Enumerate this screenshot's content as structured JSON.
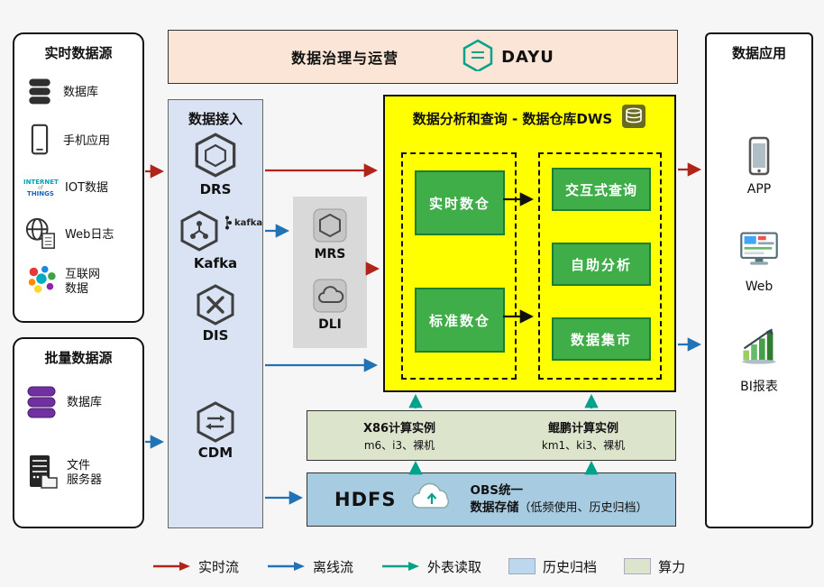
{
  "colors": {
    "realtime_flow": "#b02419",
    "offline_flow": "#2273b5",
    "external_read": "#00a28a",
    "archive_fill": "#bdd7ee",
    "compute_fill": "#dde4cc",
    "dws_bg": "#ffff00",
    "green_box": "#3fae49",
    "governance_bg": "#fbe5d6",
    "access_bg": "#dae3f3",
    "panel_gray": "#d9d9d9",
    "storage_bg": "#a7cce1"
  },
  "governance": {
    "title": "数据治理与运营",
    "logo": "DAYU"
  },
  "realtime_sources": {
    "title": "实时数据源",
    "items": [
      {
        "icon": "database-icon",
        "label": "数据库"
      },
      {
        "icon": "mobile-icon",
        "label": "手机应用"
      },
      {
        "icon": "iot-icon",
        "label": "IOT数据"
      },
      {
        "icon": "weblog-icon",
        "label": "Web日志"
      },
      {
        "icon": "internet-icon",
        "label": "互联网\n数据"
      }
    ]
  },
  "batch_sources": {
    "title": "批量数据源",
    "items": [
      {
        "icon": "database-purple-icon",
        "label": "数据库"
      },
      {
        "icon": "file-server-icon",
        "label": "文件\n服务器"
      }
    ]
  },
  "data_access": {
    "title": "数据接入",
    "services": [
      {
        "name": "DRS"
      },
      {
        "name": "Kafka",
        "logo": "kafka"
      },
      {
        "name": "DIS"
      },
      {
        "name": "CDM"
      }
    ]
  },
  "processing": {
    "services": [
      {
        "name": "MRS"
      },
      {
        "name": "DLI"
      }
    ]
  },
  "dws": {
    "title": "数据分析和查询 - 数据仓库DWS",
    "warehouses": [
      "实时数仓",
      "标准数仓"
    ],
    "functions": [
      "交互式查询",
      "自助分析",
      "数据集市"
    ]
  },
  "compute": {
    "x86": {
      "title": "X86计算实例",
      "spec": "m6、i3、裸机"
    },
    "kunpeng": {
      "title": "鲲鹏计算实例",
      "spec": "km1、ki3、裸机"
    }
  },
  "storage": {
    "hdfs": "HDFS",
    "obs_line1": "OBS统一",
    "obs_line2": "数据存储",
    "obs_note": "（低频使用、历史归档）"
  },
  "applications": {
    "title": "数据应用",
    "items": [
      {
        "icon": "app-phone-icon",
        "label": "APP"
      },
      {
        "icon": "web-monitor-icon",
        "label": "Web"
      },
      {
        "icon": "bi-chart-icon",
        "label": "BI报表"
      }
    ]
  },
  "legend": {
    "items": [
      {
        "type": "arrow",
        "color": "#b02419",
        "label": "实时流"
      },
      {
        "type": "arrow",
        "color": "#2273b5",
        "label": "离线流"
      },
      {
        "type": "arrow",
        "color": "#00a28a",
        "label": "外表读取"
      },
      {
        "type": "swatch",
        "color": "#bdd7ee",
        "label": "历史归档"
      },
      {
        "type": "swatch",
        "color": "#dde4cc",
        "label": "算力"
      }
    ]
  }
}
